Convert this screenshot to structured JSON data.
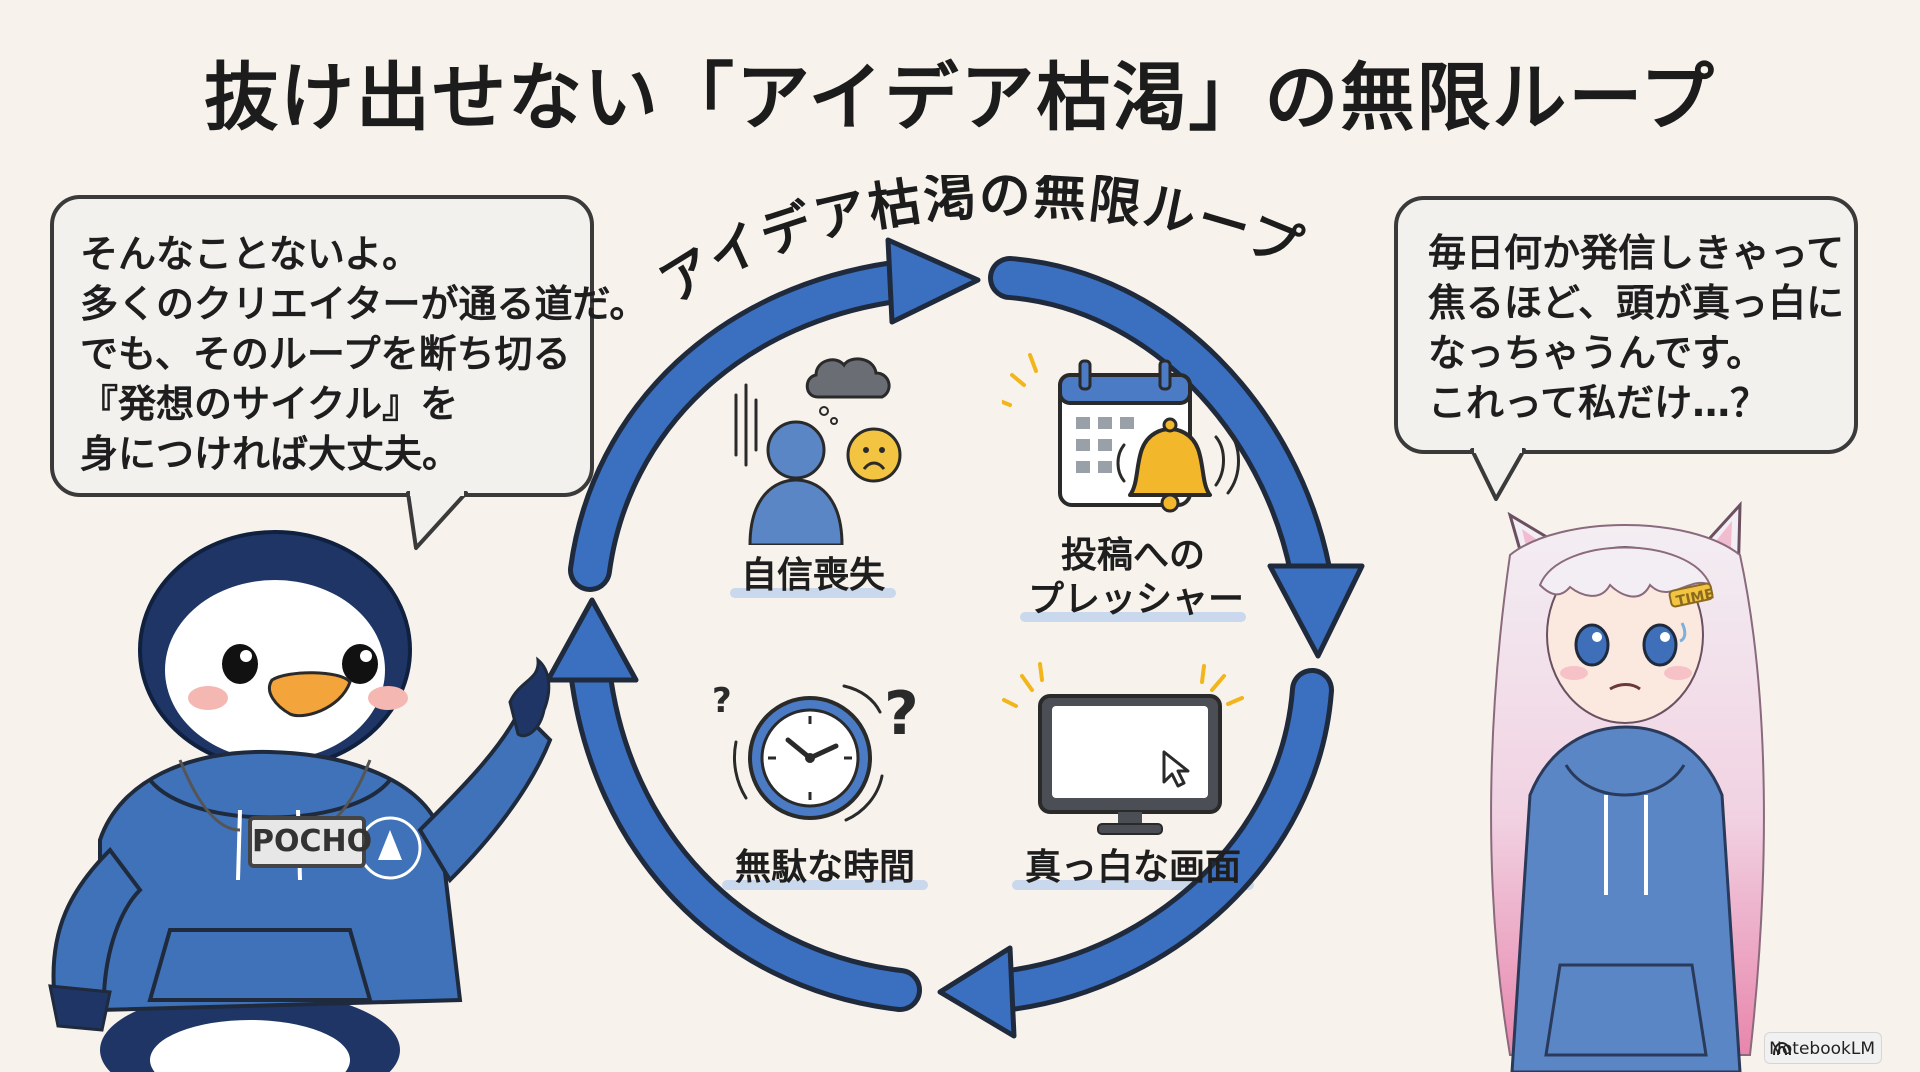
{
  "title": "抜け出せない「アイデア枯渇」の無限ループ",
  "loop_title": "アイデア枯渇の無限ループ",
  "left_bubble": {
    "lines": [
      "そんなことないよ。",
      "多くのクリエイターが通る道だ。",
      "でも、そのループを断ち切る",
      "『発想のサイクル』を",
      "身につければ大丈夫。"
    ]
  },
  "right_bubble": {
    "lines": [
      "毎日何か発信しきゃって",
      "焦るほど、頭が真っ白に",
      "なっちゃうんです。",
      "これって私だけ…？"
    ]
  },
  "stages": [
    {
      "label": "自信喪失",
      "icon": "sad-person-icon"
    },
    {
      "label_lines": [
        "投稿への",
        "プレッシャー"
      ],
      "icon": "calendar-bell-icon"
    },
    {
      "label": "無駄な時間",
      "icon": "clock-question-icon"
    },
    {
      "label": "真っ白な画面",
      "icon": "blank-monitor-icon"
    }
  ],
  "penguin": {
    "badge": "POCHO"
  },
  "girl": {
    "hair_clip": "TIME"
  },
  "watermark": "NotebookLM",
  "colors": {
    "arrow": "#3b6fc0",
    "arrow_outline": "#1f2a3d",
    "hoodie": "#3f72b8",
    "penguin_body": "#1e3566",
    "hair": "#f3d9e6"
  }
}
